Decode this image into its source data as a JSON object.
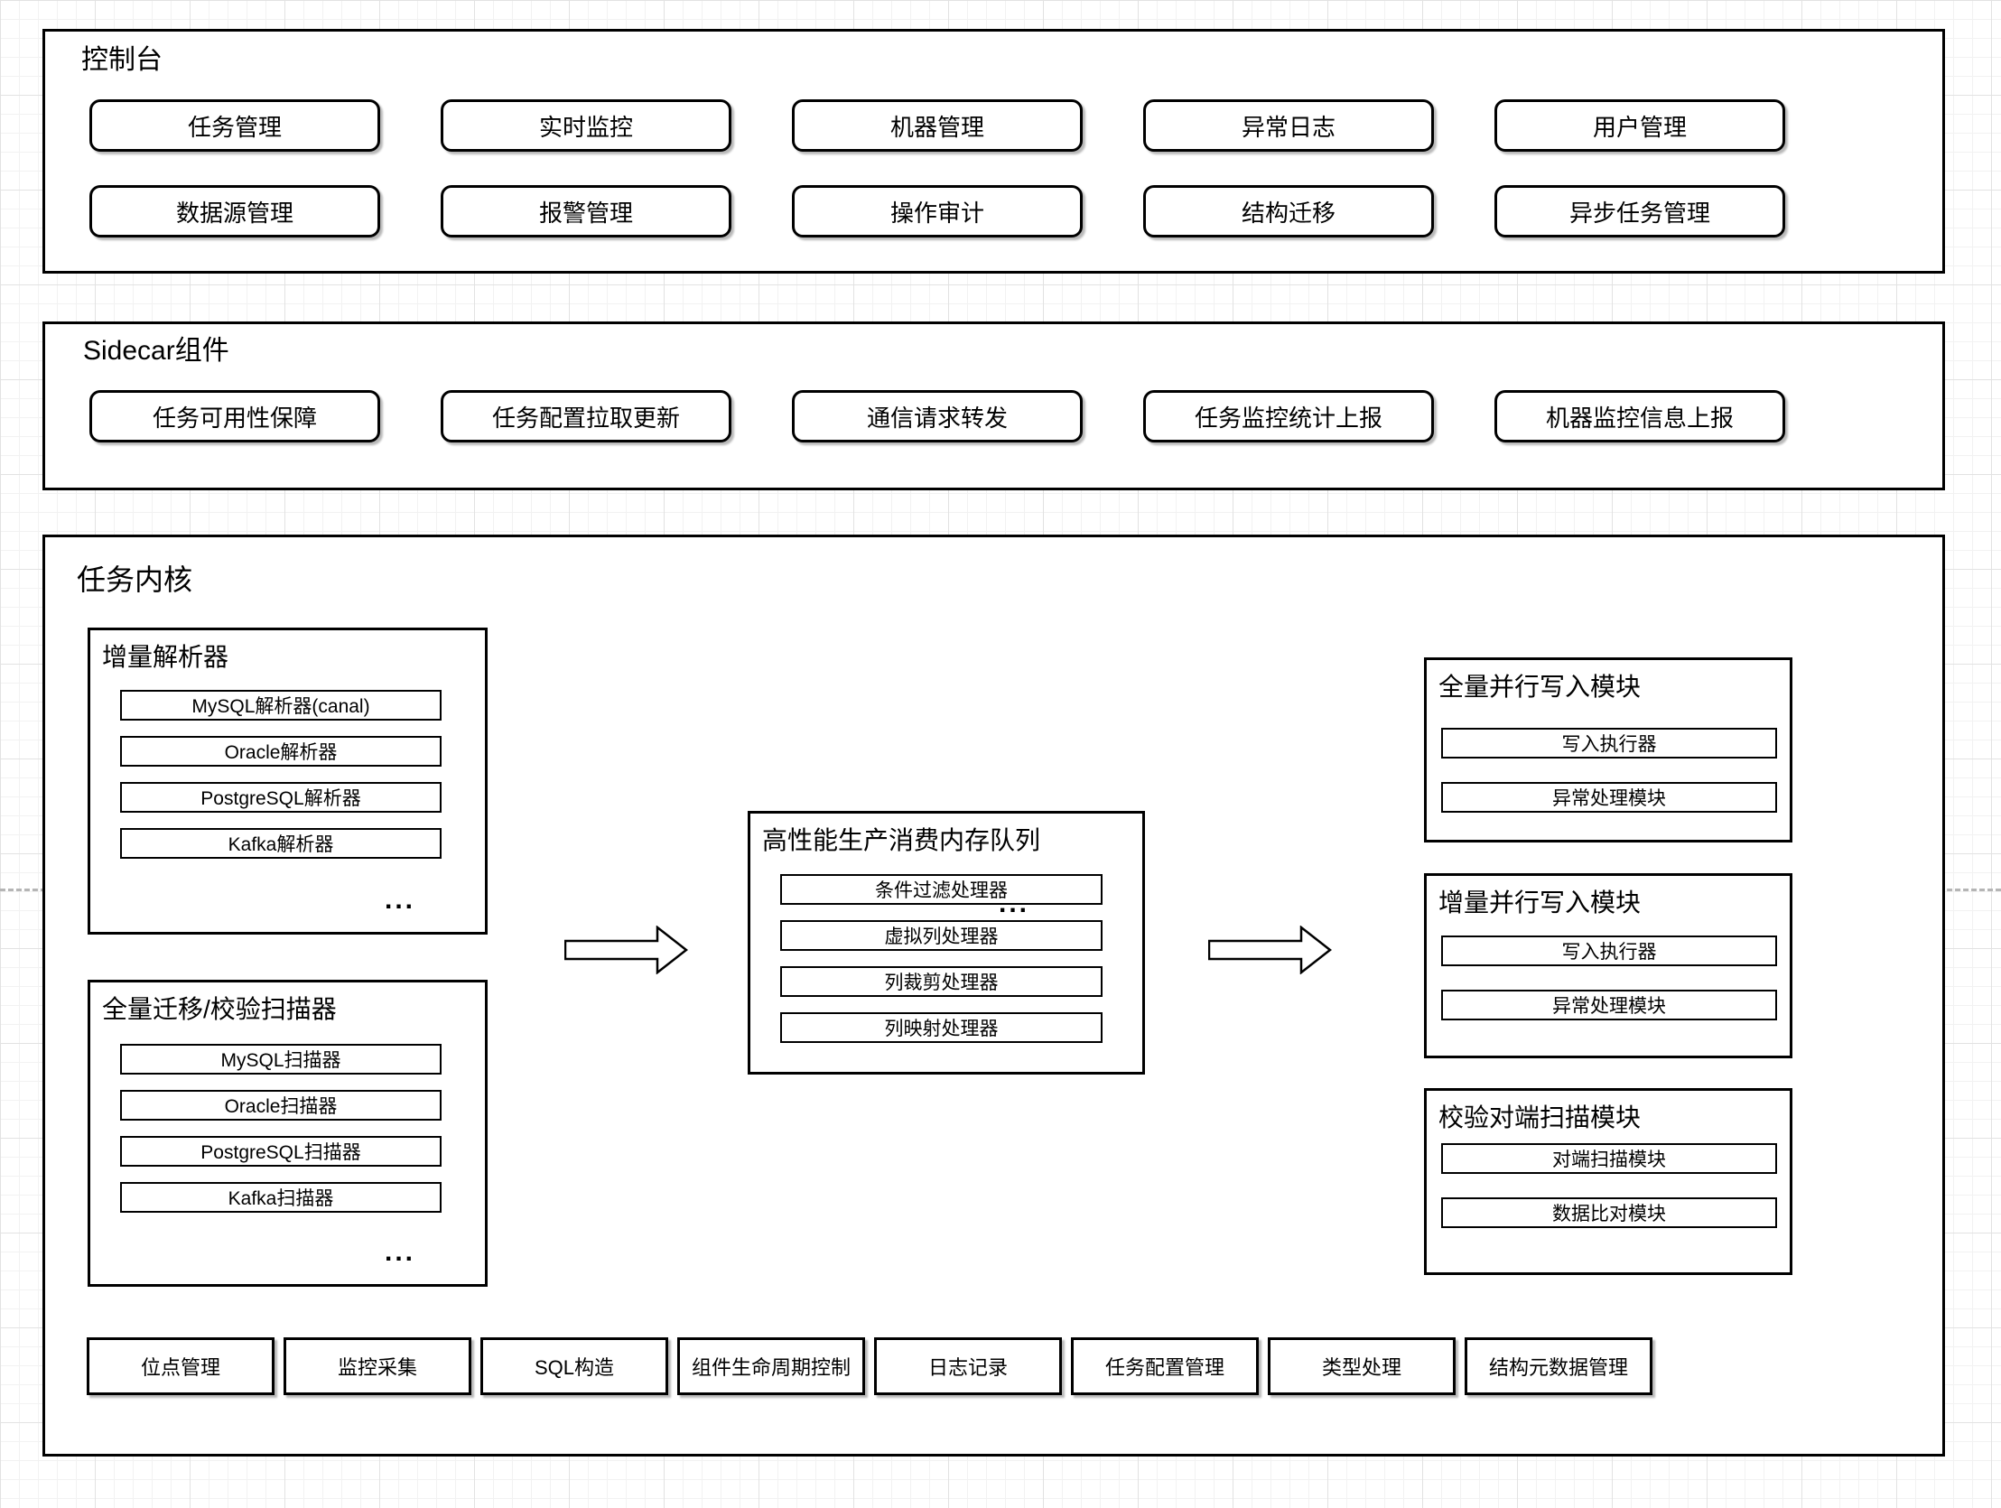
{
  "canvas": {
    "background": "#ffffff",
    "grid_minor_color": "#f2f2f2",
    "grid_major_color": "#e2e2e2",
    "page_divider_color": "#b5b5b5",
    "shape_fill": "#ffffff",
    "shape_stroke": "#000000"
  },
  "console": {
    "title": "控制台",
    "row1": [
      "任务管理",
      "实时监控",
      "机器管理",
      "异常日志",
      "用户管理"
    ],
    "row2": [
      "数据源管理",
      "报警管理",
      "操作审计",
      "结构迁移",
      "异步任务管理"
    ]
  },
  "sidecar": {
    "title": "Sidecar组件",
    "buttons": [
      "任务可用性保障",
      "任务配置拉取更新",
      "通信请求转发",
      "任务监控统计上报",
      "机器监控信息上报"
    ]
  },
  "kernel": {
    "title": "任务内核",
    "incremental_parser": {
      "title": "增量解析器",
      "items": [
        "MySQL解析器(canal)",
        "Oracle解析器",
        "PostgreSQL解析器",
        "Kafka解析器"
      ],
      "more": "..."
    },
    "full_scanner": {
      "title": "全量迁移/校验扫描器",
      "items": [
        "MySQL扫描器",
        "Oracle扫描器",
        "PostgreSQL扫描器",
        "Kafka扫描器"
      ],
      "more": "..."
    },
    "memory_queue": {
      "title": "高性能生产消费内存队列",
      "items": [
        "条件过滤处理器",
        "虚拟列处理器",
        "列裁剪处理器",
        "列映射处理器"
      ],
      "more": "..."
    },
    "full_writer": {
      "title": "全量并行写入模块",
      "items": [
        "写入执行器",
        "异常处理模块"
      ]
    },
    "incremental_writer": {
      "title": "增量并行写入模块",
      "items": [
        "写入执行器",
        "异常处理模块"
      ]
    },
    "check_scanner": {
      "title": "校验对端扫描模块",
      "items": [
        "对端扫描模块",
        "数据比对模块"
      ]
    },
    "foundation": [
      "位点管理",
      "监控采集",
      "SQL构造",
      "组件生命周期控制",
      "日志记录",
      "任务配置管理",
      "类型处理",
      "结构元数据管理"
    ]
  }
}
